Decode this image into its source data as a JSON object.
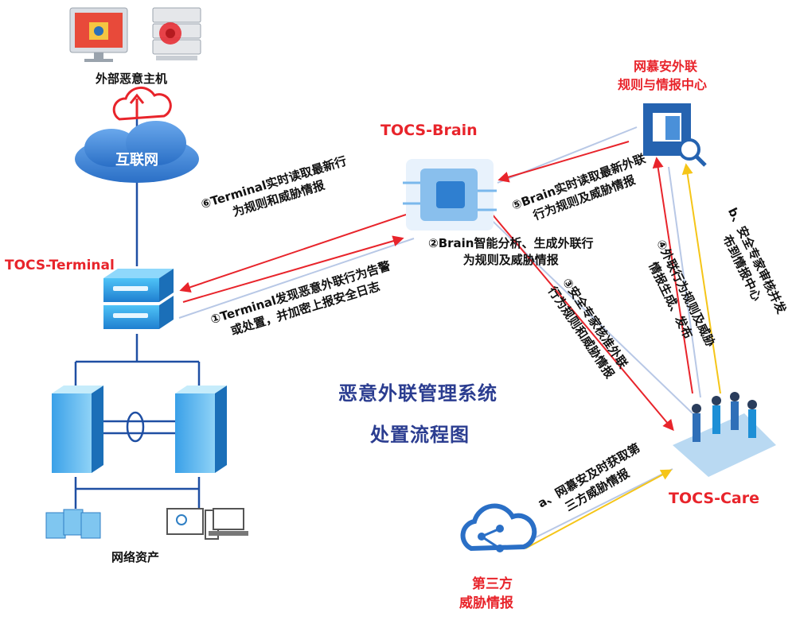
{
  "title_lines": [
    "恶意外联管理系统",
    "处置流程图"
  ],
  "nodes": {
    "malicious_host": "外部恶意主机",
    "internet": "互联网",
    "terminal": "TOCS-Terminal",
    "brain": "TOCS-Brain",
    "rules_center": [
      "网慕安外联",
      "规则与情报中心"
    ],
    "care": "TOCS-Care",
    "third_party": [
      "第三方",
      "威胁情报"
    ],
    "network_assets": "网络资产"
  },
  "steps": {
    "s1": [
      "①Terminal发现恶意外联行为告警",
      "或处置，并加密上报安全日志"
    ],
    "s2": [
      "②Brain智能分析、生成外联行",
      "为规则及威胁情报"
    ],
    "s3": [
      "③安全专家核准外联",
      "行为规则和威胁情报"
    ],
    "s4": [
      "④外联行为规则及威胁",
      "情报生成、发布"
    ],
    "s5": [
      "⑤Brain实时读取最新外联",
      "行为规则及威胁情报"
    ],
    "s6": [
      "⑥Terminal实时读取最新行",
      "为规则和威胁情报"
    ],
    "sa": [
      "a、网慕安及时获取第",
      "三方威胁情报"
    ],
    "sb": [
      "b、安全专家审核并发",
      "布到情报中心"
    ]
  },
  "colors": {
    "red": "#e8242b",
    "blue_line": "#1f4fa3",
    "pale_line": "#b8c8e6",
    "yellow_line": "#f5c518",
    "cloud_blue": "#3b82d6",
    "device_blue": "#2f9fe0"
  }
}
